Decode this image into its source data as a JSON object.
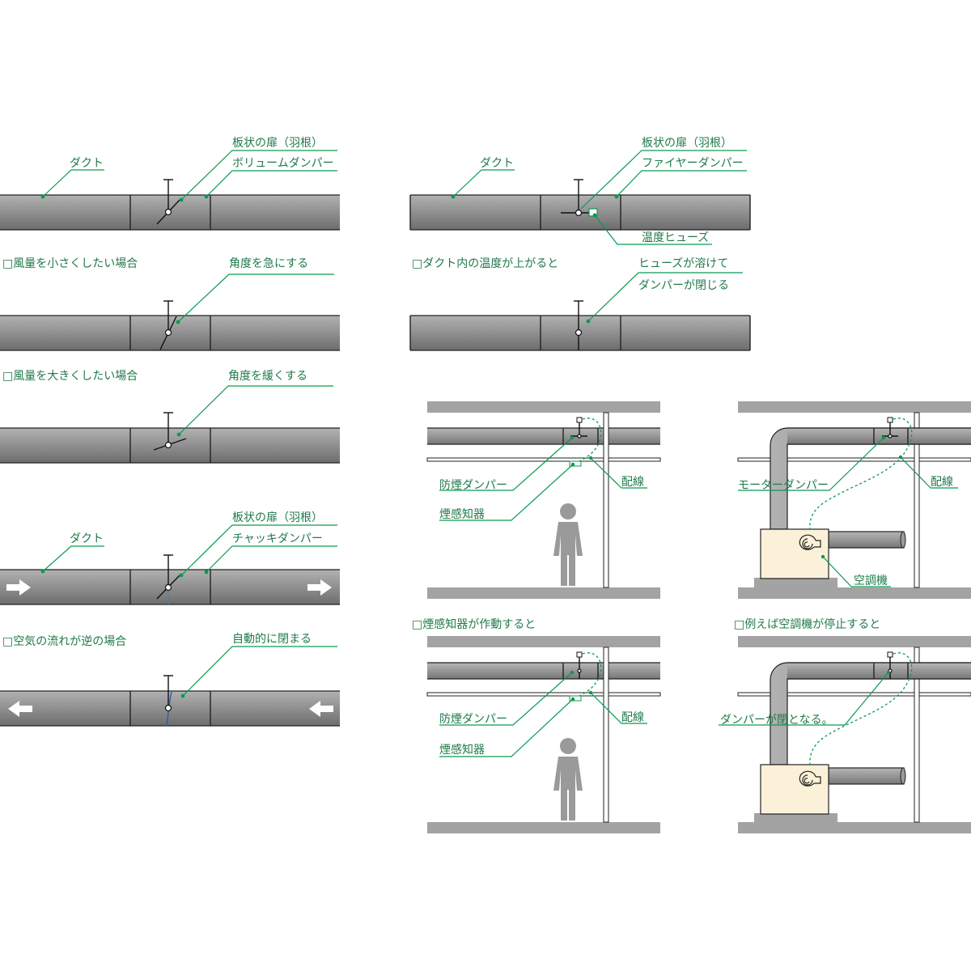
{
  "colors": {
    "accent": "#0a9a50",
    "label_text": "#1f7a4a",
    "duct_light": "#a9a9a9",
    "duct_dark": "#6f6f6f",
    "structure": "#a3a3a3",
    "person": "#9a9a9a",
    "aircon": "#fbf1d8"
  },
  "left_panels": {
    "vd_duct_label": "ダクト",
    "vd_blade_label": "板状の扉（羽根）",
    "vd_name": "ボリュームダンパー",
    "small_caption": "□風量を小さくしたい場合",
    "small_note": "角度を急にする",
    "large_caption": "□風量を大きくしたい場合",
    "large_note": "角度を緩くする",
    "cd_duct_label": "ダクト",
    "cd_blade_label": "板状の扉（羽根）",
    "cd_name": "チャッキダンパー",
    "reverse_caption": "□空気の流れが逆の場合",
    "reverse_note": "自動的に閉まる"
  },
  "fire_damper": {
    "duct_label": "ダクト",
    "blade_label": "板状の扉（羽根）",
    "name": "ファイヤーダンパー",
    "fuse_label": "温度ヒューズ",
    "caption": "□ダクト内の温度が上がると",
    "note_line1": "ヒューズが溶けて",
    "note_line2": "ダンパーが閉じる"
  },
  "smoke_damper": {
    "damper_label": "防煙ダンパー",
    "detector_label": "煙感知器",
    "wiring_label": "配線",
    "caption": "□煙感知器が作動すると",
    "damper_label_2": "防煙ダンパー",
    "detector_label_2": "煙感知器",
    "wiring_label_2": "配線"
  },
  "motor_damper": {
    "damper_label": "モーターダンパー",
    "wiring_label": "配線",
    "aircon_label": "空調機",
    "caption": "□例えば空調機が停止すると",
    "note": "ダンパーが閉となる。"
  },
  "icons": [
    "arrow-right-icon",
    "arrow-left-icon",
    "fan-scroll-icon",
    "person-icon"
  ]
}
